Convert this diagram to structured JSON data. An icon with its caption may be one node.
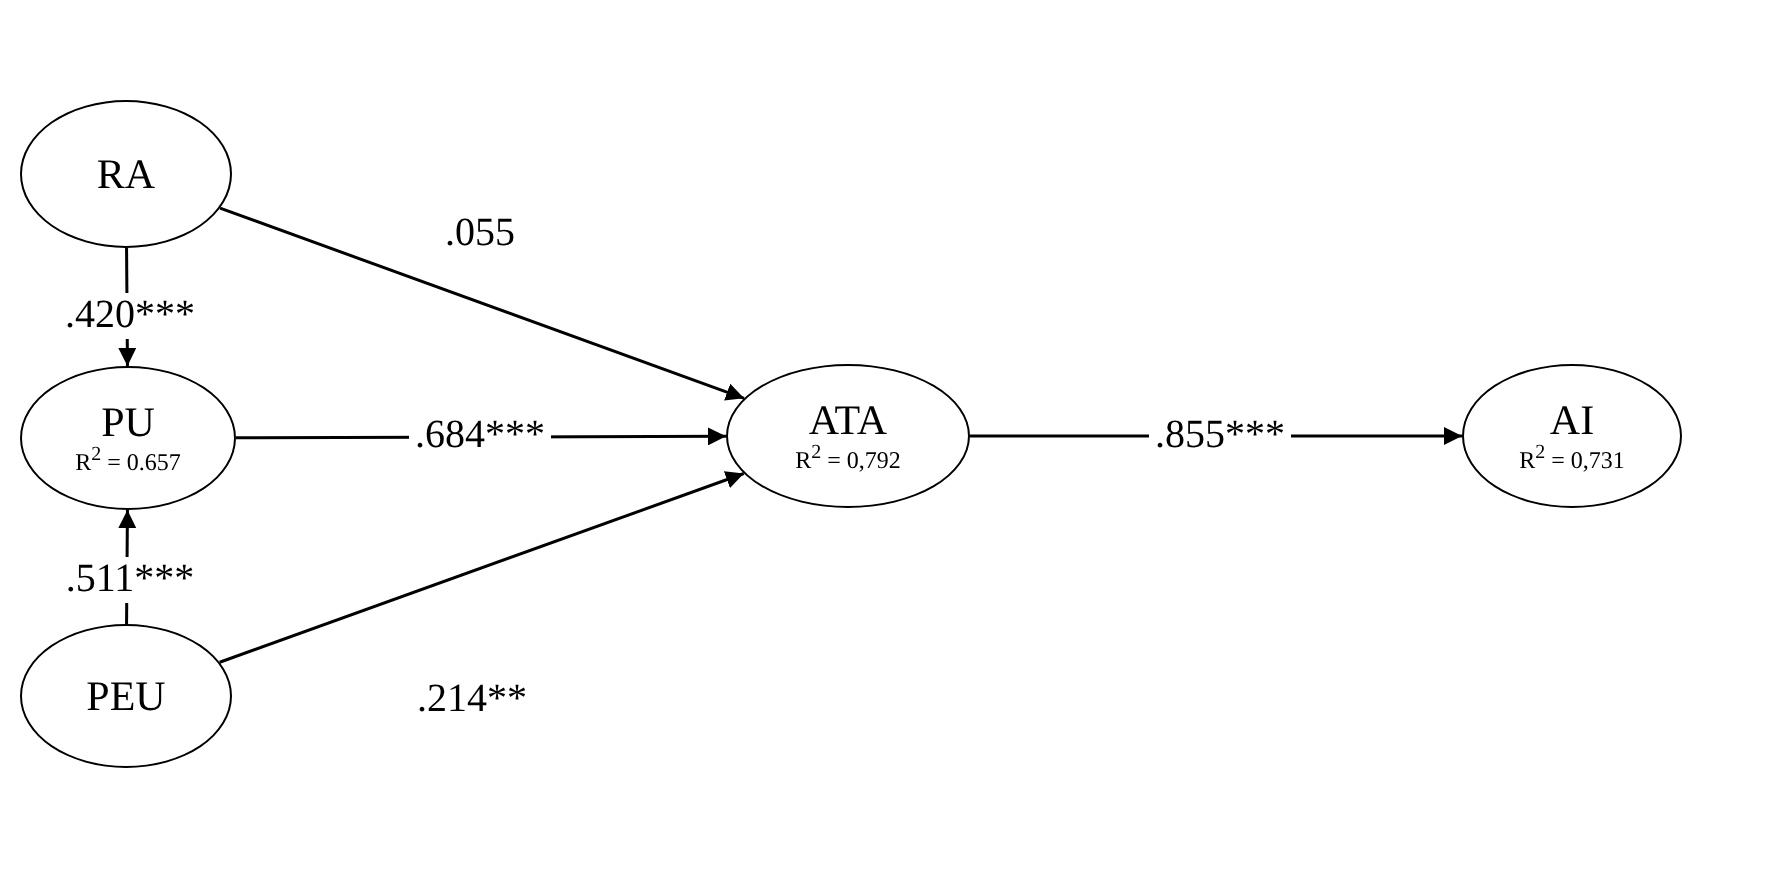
{
  "diagram": {
    "nodes": [
      {
        "text": [
          "RA"
        ]
      },
      {
        "text": [
          "PU",
          "R$^{2}$ = 0.657"
        ]
      },
      {
        "text": [
          "PEU"
        ]
      },
      {
        "text": [
          "ATA",
          "R$^{2}$ = 0,792"
        ]
      },
      {
        "text": [
          "AI",
          "R$^{2}$ = 0,731"
        ]
      }
    ],
    "edges": [
      {
        "from": 0,
        "to": 1,
        "arrow": "to",
        "label": ".420***"
      },
      {
        "from": 2,
        "to": 1,
        "arrow": "to",
        "label": ".511***"
      },
      {
        "from": 0,
        "to": 3,
        "arrow": "to",
        "label": ".055"
      },
      {
        "from": 1,
        "to": 3,
        "arrow": "to",
        "label": ".684***"
      },
      {
        "from": 2,
        "to": 3,
        "arrow": "to",
        "label": ".214**"
      },
      {
        "from": 3,
        "to": 4,
        "arrow": "to",
        "label": ".855***"
      }
    ]
  }
}
